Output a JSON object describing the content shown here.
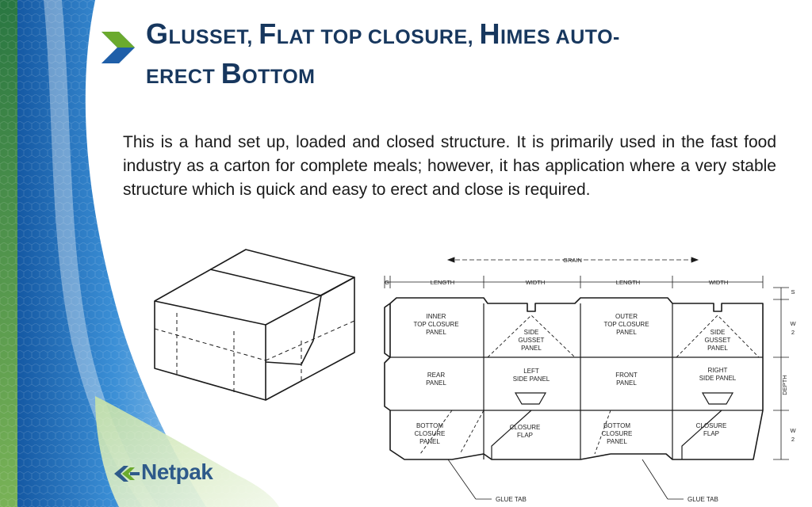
{
  "slide": {
    "title_line1": [
      "G",
      "LUSSET,  ",
      "F",
      "LAT TOP CLOSURE, ",
      "H",
      "IMES AUTO-"
    ],
    "title_line2": [
      "ERECT ",
      "B",
      "OTTOM"
    ],
    "body": "This is a hand set up, loaded and closed structure. It is primarily used in the fast food industry as a carton for complete meals; however, it has application where a very stable structure which is quick and easy to erect and close is required."
  },
  "dieline": {
    "grain": "GRAIN",
    "g": "G",
    "s": "S",
    "length_1": "LENGTH",
    "width_1": "WIDTH",
    "length_2": "LENGTH",
    "width_2": "WIDTH",
    "w2_top_a": "W",
    "w2_top_b": "2",
    "depth": "DEPTH",
    "w2_bot_a": "W",
    "w2_bot_b": "2",
    "inner_top_1": "INNER",
    "inner_top_2": "TOP CLOSURE",
    "inner_top_3": "PANEL",
    "side_gusset_1a": "SIDE",
    "side_gusset_1b": "GUSSET",
    "side_gusset_1c": "PANEL",
    "outer_top_1": "OUTER",
    "outer_top_2": "TOP CLOSURE",
    "outer_top_3": "PANEL",
    "side_gusset_2a": "SIDE",
    "side_gusset_2b": "GUSSET",
    "side_gusset_2c": "PANEL",
    "rear_1": "REAR",
    "rear_2": "PANEL",
    "left_side_1": "LEFT",
    "left_side_2": "SIDE PANEL",
    "front_1": "FRONT",
    "front_2": "PANEL",
    "right_side_1": "RIGHT",
    "right_side_2": "SIDE PANEL",
    "bottom_closure_1a": "BOTTOM",
    "bottom_closure_1b": "CLOSURE",
    "bottom_closure_1c": "PANEL",
    "closure_flap_1a": "CLOSURE",
    "closure_flap_1b": "FLAP",
    "bottom_closure_2a": "BOTTOM",
    "bottom_closure_2b": "CLOSURE",
    "bottom_closure_2c": "PANEL",
    "closure_flap_2a": "CLOSURE",
    "closure_flap_2b": "FLAP",
    "glue_tab_1": "GLUE TAB",
    "glue_tab_2": "GLUE TAB"
  },
  "brand": {
    "name": "Netpak"
  },
  "colors": {
    "title": "#17375E",
    "blue": "#1F5FA8",
    "green": "#6BAA2E"
  }
}
